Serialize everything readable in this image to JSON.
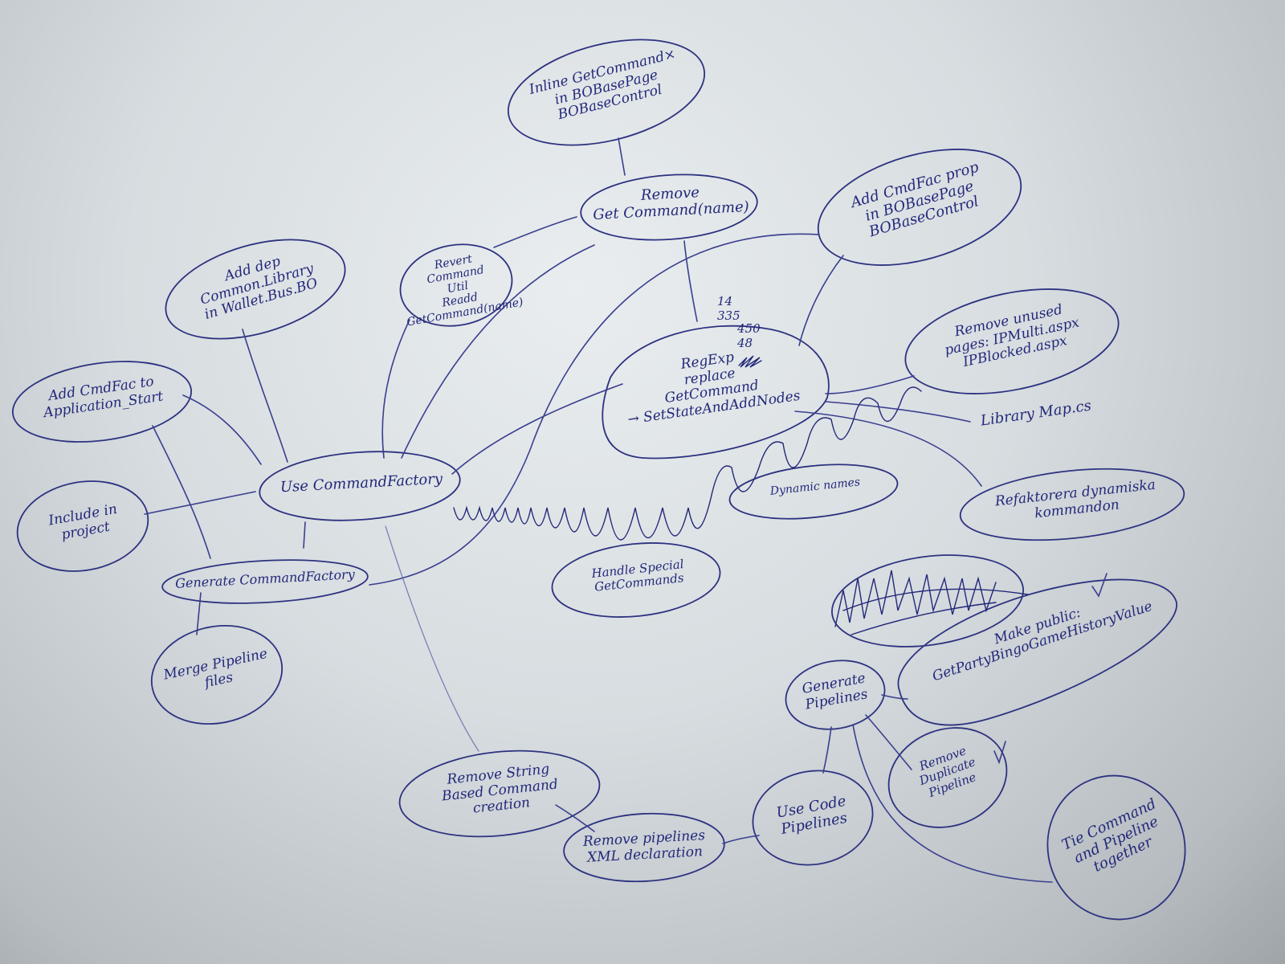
{
  "whiteboard": {
    "nodes": {
      "inline_getcommand": "Inline GetCommand×\nin BOBasePage\nBOBaseControl",
      "remove_getcommand": "Remove\nGet Command(name)",
      "add_cmdfac_prop": "Add CmdFac prop\nin BOBasePage\nBOBaseControl",
      "add_dep": "Add dep\nCommon.Library\nin Wallet.Bus.BO",
      "revert_command": "Revert\nCommand\nUtil\nReadd GetCommand(name)",
      "regexp": "RegExp\nreplace\nGetCommand\n→ SetStateAndAddNodes",
      "regexp_numbers": [
        "14",
        "335",
        "450",
        "48"
      ],
      "remove_unused": "Remove unused\npages: IPMulti.aspx\nIPBlocked.aspx",
      "library_mapcs": "Library Map.cs",
      "refaktorera": "Refaktorera dynamiska\nkommandon",
      "add_cmdfac_app": "Add CmdFac to\nApplication_Start",
      "use_commandfactory": "Use CommandFactory",
      "include_project": "Include in\nproject",
      "generate_commandfactory": "Generate CommandFactory",
      "dynamic_names": "Dynamic names",
      "handle_special": "Handle Special\nGetCommands",
      "merge_pipeline": "Merge Pipeline\nfiles",
      "make_public": "Make public:\nGetPartyBingoGameHistoryValue",
      "generate_pipelines": "Generate\nPipelines",
      "remove_string": "Remove String\nBased Command\ncreation",
      "use_code_pipelines": "Use Code\nPipelines",
      "remove_duplicate": "Remove\nDuplicate\nPipeline",
      "remove_pipelines_xml": "Remove pipelines\nXML declaration",
      "tie_command": "Tie Command\nand Pipeline\ntogether"
    }
  }
}
